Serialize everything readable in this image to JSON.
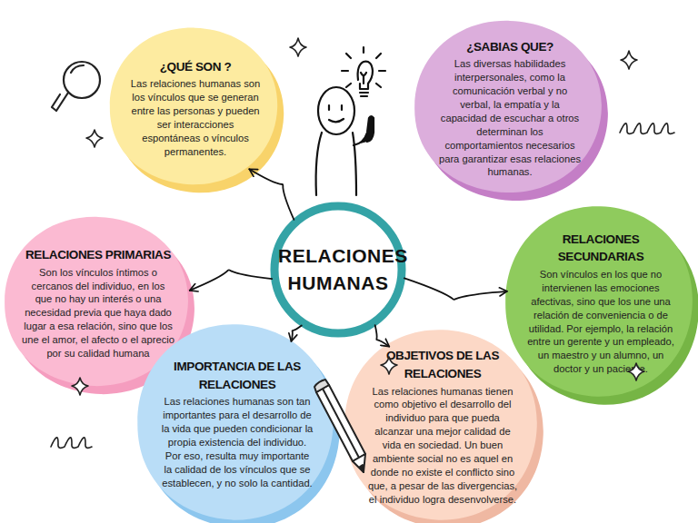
{
  "diagram": {
    "nodes": [
      {
        "text": [
          "RELACIONES HUMANAS"
        ]
      },
      {
        "text": [
          "¿QUÉ SON ?",
          "Las relaciones humanas son los vínculos que se generan entre las personas y pueden ser interacciones espontáneas o vínculos permanentes."
        ]
      },
      {
        "text": [
          "¿SABIAS QUE?",
          "Las diversas habilidades interpersonales, como la comunicación verbal y no verbal, la empatía y la capacidad de escuchar a otros determinan los comportamientos necesarios para garantizar esas relaciones humanas."
        ]
      },
      {
        "text": [
          "RELACIONES PRIMARIAS",
          "Son los vínculos íntimos o cercanos del individuo, en los que no hay un interés o una necesidad previa que haya dado lugar a esa relación, sino que los une el amor, el afecto o el aprecio por su calidad humana"
        ]
      },
      {
        "text": [
          "RELACIONES SECUNDARIAS",
          "Son vínculos en los que no intervienen las emociones afectivas, sino que los une una relación de conveniencia o de utilidad. Por ejemplo, la relación entre un gerente y un empleado, un maestro y un alumno, un doctor y un paciente."
        ]
      },
      {
        "text": [
          "IMPORTANCIA DE LAS RELACIONES",
          "Las relaciones humanas son tan importantes para el desarrollo de la vida que pueden condicionar la propia existencia del individuo. Por eso, resulta muy importante la calidad de los vínculos que se establecen, y no solo la cantidad."
        ]
      },
      {
        "text": [
          "OBJETIVOS DE LAS RELACIONES",
          "Las relaciones humanas tienen como objetivo el desarrollo del individuo para que pueda alcanzar una mejor calidad de vida en sociedad. Un buen ambiente social no es aquel en donde no existe el conflicto sino que, a pesar de las divergencias, el individuo logra desenvolverse."
        ]
      }
    ],
    "edges": [
      {
        "from": 0,
        "to": 1,
        "arrow": "to"
      },
      {
        "from": 0,
        "to": 3,
        "arrow": "to"
      },
      {
        "from": 0,
        "to": 5,
        "arrow": "to"
      },
      {
        "from": 0,
        "to": 6,
        "arrow": "to"
      },
      {
        "from": 0,
        "to": 4,
        "arrow": "to"
      }
    ]
  }
}
